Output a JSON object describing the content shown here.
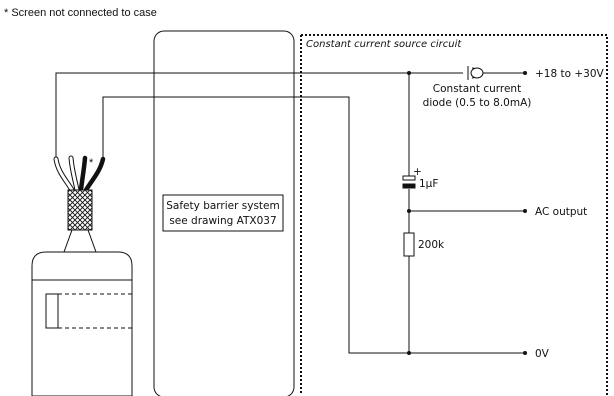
{
  "note": "* Screen not connected to case",
  "barrier": {
    "line1": "Safety barrier system",
    "line2": "see drawing ATX037"
  },
  "circuit": {
    "title": "Constant current source circuit",
    "diode_label_line1": "Constant current",
    "diode_label_line2": "diode (0.5 to 8.0mA)",
    "capacitor_label": "1µF",
    "capacitor_plus": "+",
    "resistor_label": "200k",
    "supply_label": "+18 to +30V",
    "output_label": "AC output",
    "ground_label": "0V"
  },
  "cable": {
    "screen_mark": "*"
  }
}
